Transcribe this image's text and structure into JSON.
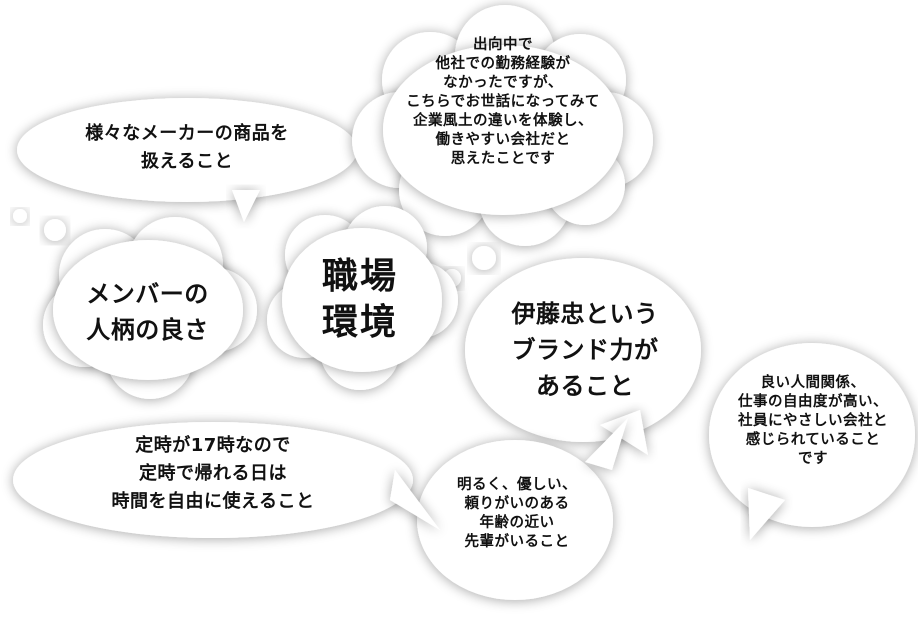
{
  "diagram": {
    "center_title": "職場\n環境",
    "bubbles": [
      {
        "id": "products",
        "text": "様々なメーカーの商品を\n扱えること"
      },
      {
        "id": "secondment",
        "text": "出向中で\n他社での勤務経験が\nなかったですが、\nこちらでお世話になってみて\n企業風土の違いを体験し、\n働きやすい会社だと\n思えたことです"
      },
      {
        "id": "members",
        "text": "メンバーの\n人柄の良さ"
      },
      {
        "id": "brand",
        "text": "伊藤忠という\nブランド力が\nあること"
      },
      {
        "id": "relations",
        "text": "良い人間関係、\n仕事の自由度が高い、\n社員にやさしい会社と\n感じられていること\nです"
      },
      {
        "id": "seniors",
        "text": "明るく、優しい、\n頼りがいのある\n年齢の近い\n先輩がいること"
      },
      {
        "id": "hours",
        "text": "定時が17時なので\n定時で帰れる日は\n時間を自由に使えること"
      }
    ]
  }
}
